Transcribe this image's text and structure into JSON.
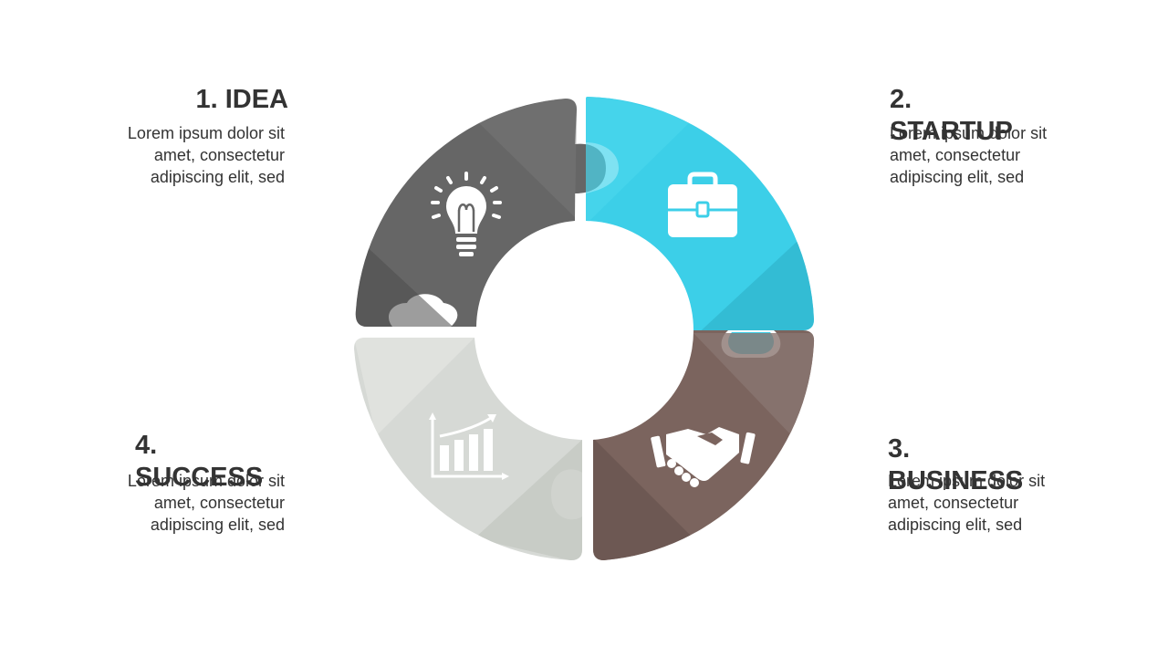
{
  "steps": [
    {
      "title": "1. IDEA",
      "text": "Lorem ipsum dolor sit amet, consectetur adipiscing elit, sed",
      "color": "#666666",
      "icon": "lightbulb-icon"
    },
    {
      "title": "2. STARTUP",
      "text": "Lorem ipsum dolor sit amet, consectetur adipiscing elit, sed",
      "color": "#3ccfe8",
      "icon": "briefcase-icon"
    },
    {
      "title": "3. BUSINESS",
      "text": "Lorem ipsum dolor sit amet, consectetur adipiscing elit, sed",
      "color": "#7b645e",
      "icon": "handshake-icon"
    },
    {
      "title": "4. SUCCESS",
      "text": "Lorem ipsum dolor sit amet, consectetur adipiscing elit, sed",
      "color": "#d6d9d5",
      "icon": "growth-chart-icon"
    }
  ]
}
